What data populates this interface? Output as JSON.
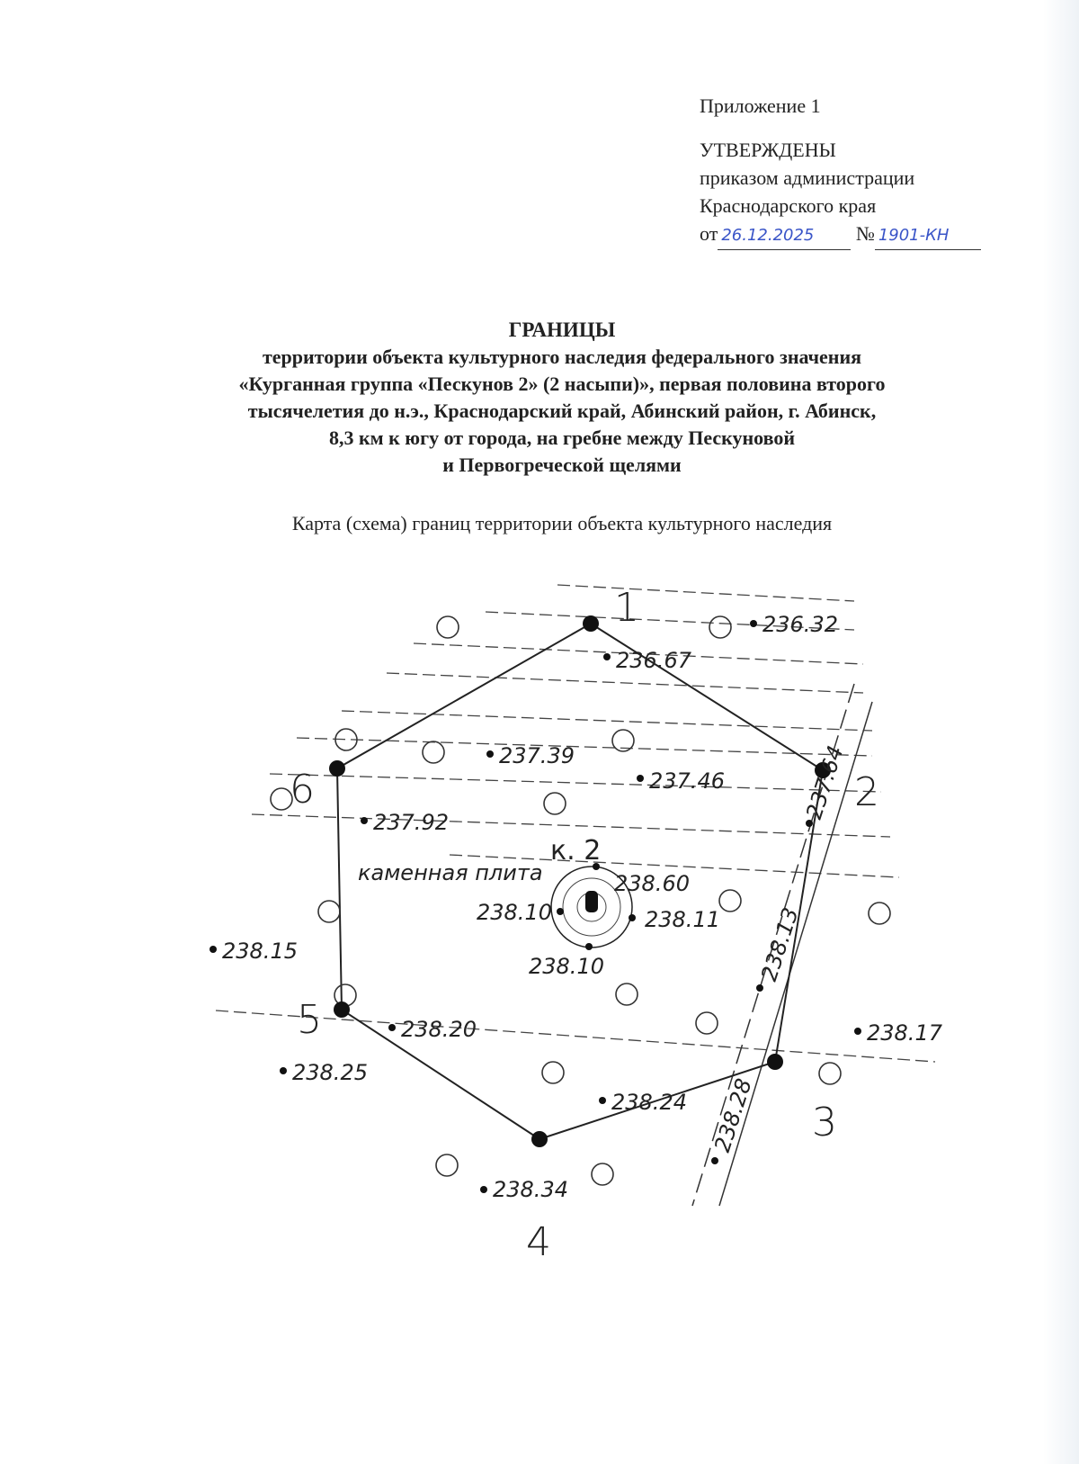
{
  "header": {
    "appendix": "Приложение 1",
    "approved": "УТВЕРЖДЕНЫ",
    "order_line1": "приказом администрации",
    "order_line2": "Краснодарского края",
    "date_prefix": "от",
    "date": "26.12.2025",
    "number_prefix": "№",
    "number": "1901-КН"
  },
  "title": {
    "heading": "ГРАНИЦЫ",
    "line1": "территории объекта культурного наследия федерального значения",
    "line2": "«Курганная группа «Пескунов 2» (2 насыпи)», первая половина второго",
    "line3": "тысячелетия до н.э., Краснодарский край, Абинский район, г. Абинск,",
    "line4": "8,3 км к югу от города, на гребне между Пескуновой",
    "line5": "и Первогреческой щелями"
  },
  "map": {
    "caption": "Карта (схема) границ территории объекта культурного наследия",
    "boundary_points": [
      "1",
      "2",
      "3",
      "4",
      "5",
      "6"
    ],
    "elevations": [
      "236.32",
      "236.67",
      "237.39",
      "237.46",
      "237.92",
      "238.60",
      "238.10",
      "238.11",
      "238.10",
      "238.15",
      "238.20",
      "238.25",
      "238.17",
      "238.24",
      "238.34"
    ],
    "contour_labels": [
      "237.64",
      "238.13",
      "238.28"
    ],
    "mound_label": "к. 2",
    "stone_label": "каменная плита",
    "colors": {
      "ink": "#222222",
      "handwriting": "#3a55c8"
    }
  }
}
